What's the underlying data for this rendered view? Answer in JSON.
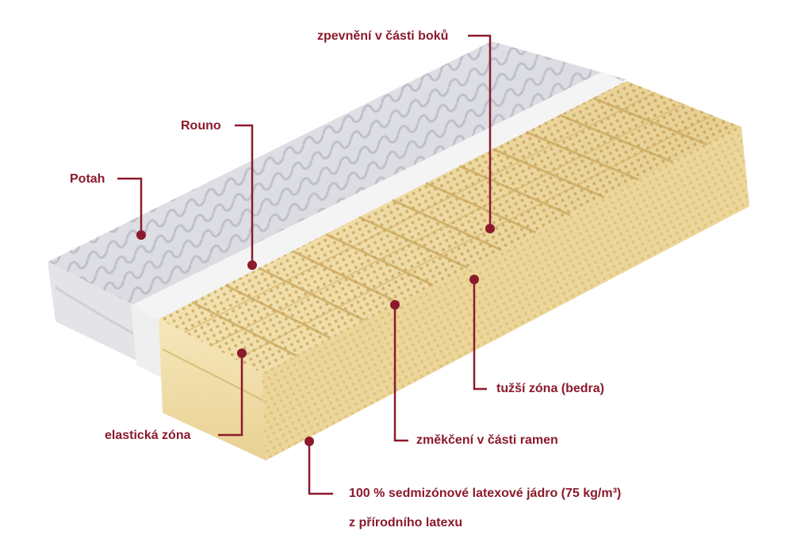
{
  "colors": {
    "accent": "#8b1a2b",
    "latex": "#f1dfaa",
    "latex_shadow": "#dcc27f",
    "cover": "#ececf0",
    "cover_pattern": "#c9c9d2",
    "fleece": "#f5f5f5",
    "background": "#ffffff"
  },
  "labels": {
    "cover": "Potah",
    "fleece": "Rouno",
    "hip_reinforcement": "zpevnění v části boků",
    "hip_zone": "tužší zóna (bedra)",
    "elastic_zone": "elastická zóna",
    "shoulder_softening": "změkčení v části ramen",
    "core_line1": "100 % sedmizónové latexové jádro (75 kg/m³)",
    "core_line2": "z přírodního latexu"
  }
}
